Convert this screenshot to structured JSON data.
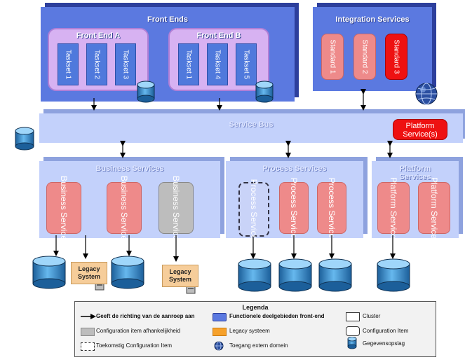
{
  "front_ends": {
    "title": "Front Ends",
    "group_a": {
      "title": "Front End A",
      "tasks": [
        "Taskset 1",
        "Taskset 2",
        "Taskset 3"
      ]
    },
    "group_b": {
      "title": "Front End B",
      "tasks": [
        "Taskset 1",
        "Taskset 4",
        "Taskset 5"
      ]
    }
  },
  "integration": {
    "title": "Integration Services",
    "items": [
      "Standard 1",
      "Standard 2",
      "Standard 3"
    ]
  },
  "service_bus": {
    "title": "Service Bus",
    "platform_services": "Platform Service(s)"
  },
  "business": {
    "title": "Business Services",
    "services": [
      "Business Service",
      "Business Service",
      "Business Service"
    ]
  },
  "process": {
    "title": "Process Services",
    "services": [
      "Process Service",
      "Process Service",
      "Process Service"
    ]
  },
  "platform": {
    "title": "Platform Services",
    "services": [
      "Platform Service",
      "Platform Service"
    ]
  },
  "legacy": {
    "label": "Legacy System"
  },
  "legend": {
    "title": "Legenda",
    "arrow": "Geeft de richting van de aanroep aan",
    "functional": "Functionele deelgebieden front-end",
    "cluster": "Cluster",
    "ci_dependency": "Configuration item afhankelijkheid",
    "legacy": "Legacy systeem",
    "ci": "Configuration Item",
    "future_ci": "Toekomstig Configuration Item",
    "external_domain": "Toegang extern domein",
    "storage": "Gegevensopslag"
  },
  "colors": {
    "box": "#5b79e0",
    "box_light": "#c3d1fb",
    "service": "#ee8a8a",
    "service_red": "#ee1111",
    "legacy": "#f6cd9a",
    "group": "#d7b2f2",
    "db": "#2f87c8"
  }
}
